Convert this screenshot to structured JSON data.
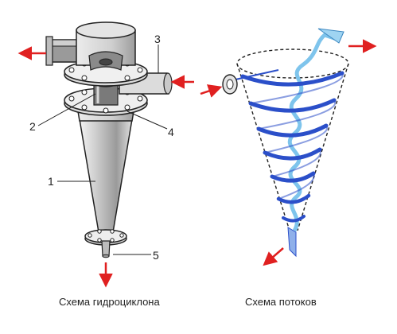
{
  "left_figure": {
    "caption": "Схема гидроциклона",
    "labels": [
      "1",
      "2",
      "3",
      "4",
      "5"
    ]
  },
  "right_figure": {
    "caption": "Схема потоков"
  },
  "colors": {
    "arrow": "#e02020",
    "spiral": "#2b4fc9",
    "inner_flow": "#7ec4ec",
    "metal_fill": "#d7d7d7",
    "outline": "#222222"
  }
}
